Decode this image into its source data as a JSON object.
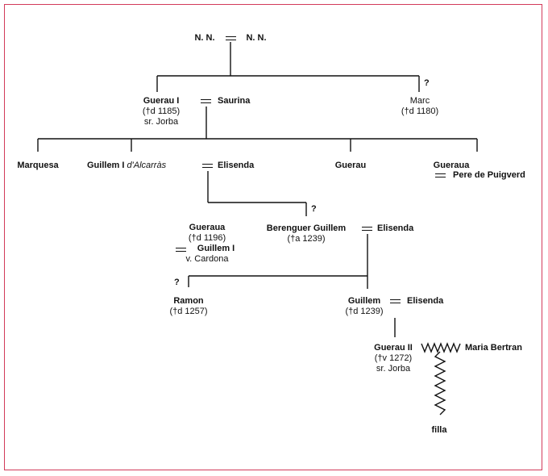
{
  "people": {
    "nn1": "N. N.",
    "nn2": "N. N.",
    "guerau1": {
      "name": "Guerau I",
      "dates": "(†d 1185)",
      "title": "sr. Jorba"
    },
    "saurina": "Saurina",
    "marc": {
      "name": "Marc",
      "dates": "(†d 1180)"
    },
    "marquesa": "Marquesa",
    "guillem1": {
      "name": "Guillem I",
      "epithet": "d'Alcarràs"
    },
    "elisenda1": "Elisenda",
    "guerau": "Guerau",
    "gueraua1": "Gueraua",
    "pere": "Pere de Puigverd",
    "gueraua2": {
      "name": "Gueraua",
      "dates": "(†d 1196)",
      "spouse": "Guillem I",
      "spouse_title": "v. Cardona"
    },
    "berenguer": {
      "name": "Berenguer Guillem",
      "dates": "(†a 1239)"
    },
    "elisenda2": "Elisenda",
    "ramon": {
      "name": "Ramon",
      "dates": "(†d 1257)"
    },
    "guillem": {
      "name": "Guillem",
      "dates": "(†d 1239)"
    },
    "elisenda3": "Elisenda",
    "guerau2": {
      "name": "Guerau II",
      "dates": "(†v 1272)",
      "title": "sr. Jorba"
    },
    "maria": "Maria Bertran",
    "filla": "filla"
  },
  "uncertain_mark": "?",
  "colors": {
    "frame": "#d23a5a",
    "lines": "#111111"
  }
}
